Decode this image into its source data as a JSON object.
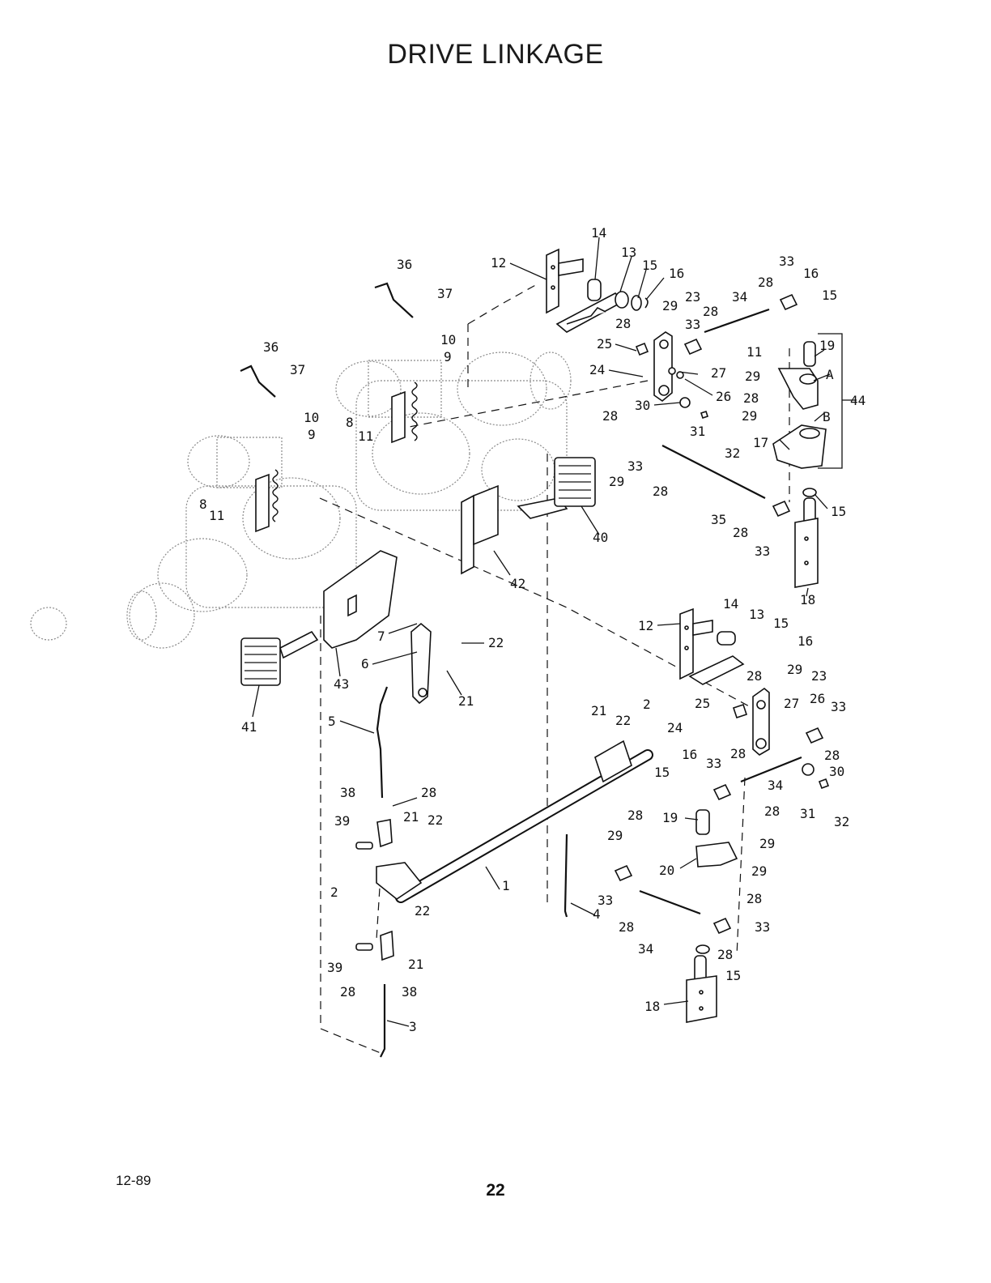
{
  "page_title": "DRIVE LINKAGE",
  "footer": {
    "date": "12-89",
    "page_number": "22"
  },
  "callouts": {
    "n1": "1",
    "n2": "2",
    "n3": "3",
    "n4": "4",
    "n5": "5",
    "n6": "6",
    "n7": "7",
    "n8": "8",
    "n9": "9",
    "n10": "10",
    "n11": "11",
    "n12": "12",
    "n13": "13",
    "n14": "14",
    "n15": "15",
    "n16": "16",
    "n17": "17",
    "n18": "18",
    "n19": "19",
    "n20": "20",
    "n21": "21",
    "n22": "22",
    "n23": "23",
    "n24": "24",
    "n25": "25",
    "n26": "26",
    "n27": "27",
    "n28": "28",
    "n29": "29",
    "n30": "30",
    "n31": "31",
    "n32": "32",
    "n33": "33",
    "n34": "34",
    "n35": "35",
    "n36": "36",
    "n37": "37",
    "n38": "38",
    "n39": "39",
    "n40": "40",
    "n41": "41",
    "n42": "42",
    "n43": "43",
    "n44": "44",
    "A": "A",
    "B": "B"
  }
}
